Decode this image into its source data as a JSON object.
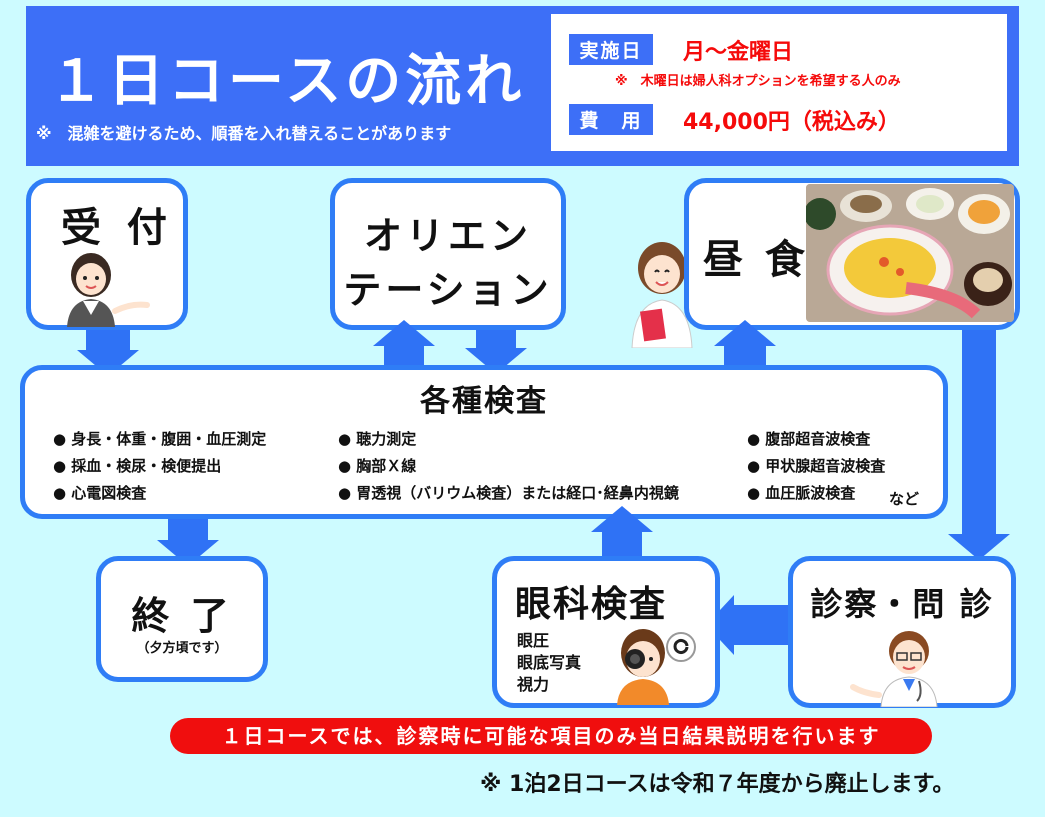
{
  "header": {
    "title": "１日コースの流れ",
    "note": "※　混雑を避けるため、順番を入れ替えることがあります",
    "schedule_tag": "実施日",
    "schedule_value": "月～金曜日",
    "schedule_note": "※　木曜日は婦人科オプションを希望する人のみ",
    "cost_tag": "費　用",
    "cost_value": "44,000円（税込み）"
  },
  "steps": {
    "reception": "受 付",
    "orientation_line1": "オリエン",
    "orientation_line2": "テーション",
    "lunch": "昼 食",
    "exams_title": "各種検査",
    "end_title": "終 了",
    "end_note": "（夕方頃です）",
    "eye_title": "眼科検査",
    "eye_items": [
      "眼圧",
      "眼底写真",
      "視力"
    ],
    "consult_title": "診察・問 診"
  },
  "exams": {
    "col1": [
      "● 身長・体重・腹囲・血圧測定",
      "● 採血・検尿・検便提出",
      "● 心電図検査"
    ],
    "col2": [
      "● 聴力測定",
      "● 胸部Ｘ線",
      "● 胃透視（バリウム検査）または経口･経鼻内視鏡"
    ],
    "col3": [
      "● 腹部超音波検査",
      "● 甲状腺超音波検査",
      "● 血圧脈波検査"
    ],
    "etc": "など"
  },
  "banner": "１日コースでは、診察時に可能な項目のみ当日結果説明を行います",
  "footnote": "※ 1泊2日コースは令和７年度から廃止します。",
  "colors": {
    "background": "#cdfbff",
    "header_blue": "#3d6ff7",
    "box_border": "#2f7df6",
    "arrow": "#2f72f5",
    "accent_red": "#f50a0a"
  }
}
